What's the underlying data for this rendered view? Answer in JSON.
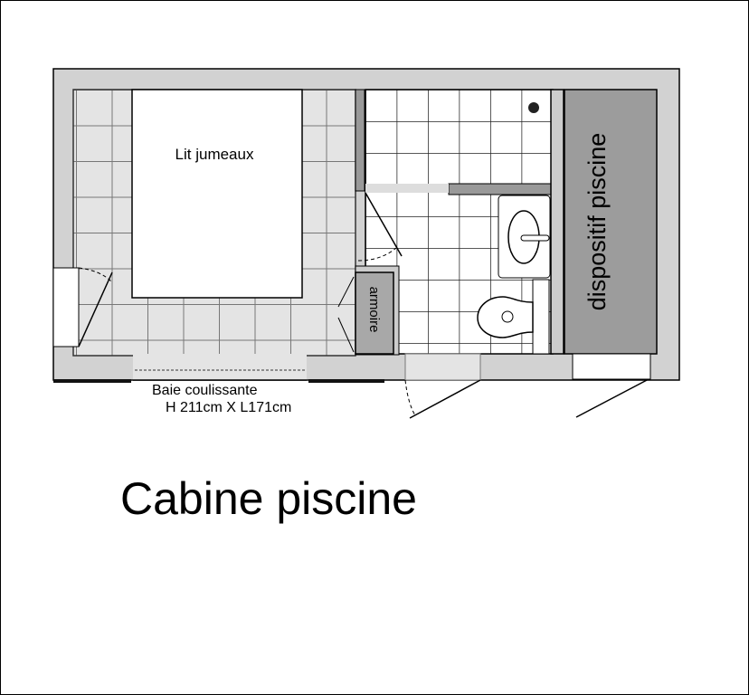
{
  "plan": {
    "title": "Cabine piscine",
    "bed_label": "Lit jumeaux",
    "wardrobe_label": "armoire",
    "pool_device_label": "dispositif piscine",
    "sliding_door_label": "Baie coulissante",
    "sliding_door_size": "H 211cm X L171cm"
  },
  "colors": {
    "wall": "#d2d2d2",
    "tile_floor": "#e4e4e4",
    "pool_device": "#9c9c9c",
    "wardrobe": "#a8a8a8"
  }
}
